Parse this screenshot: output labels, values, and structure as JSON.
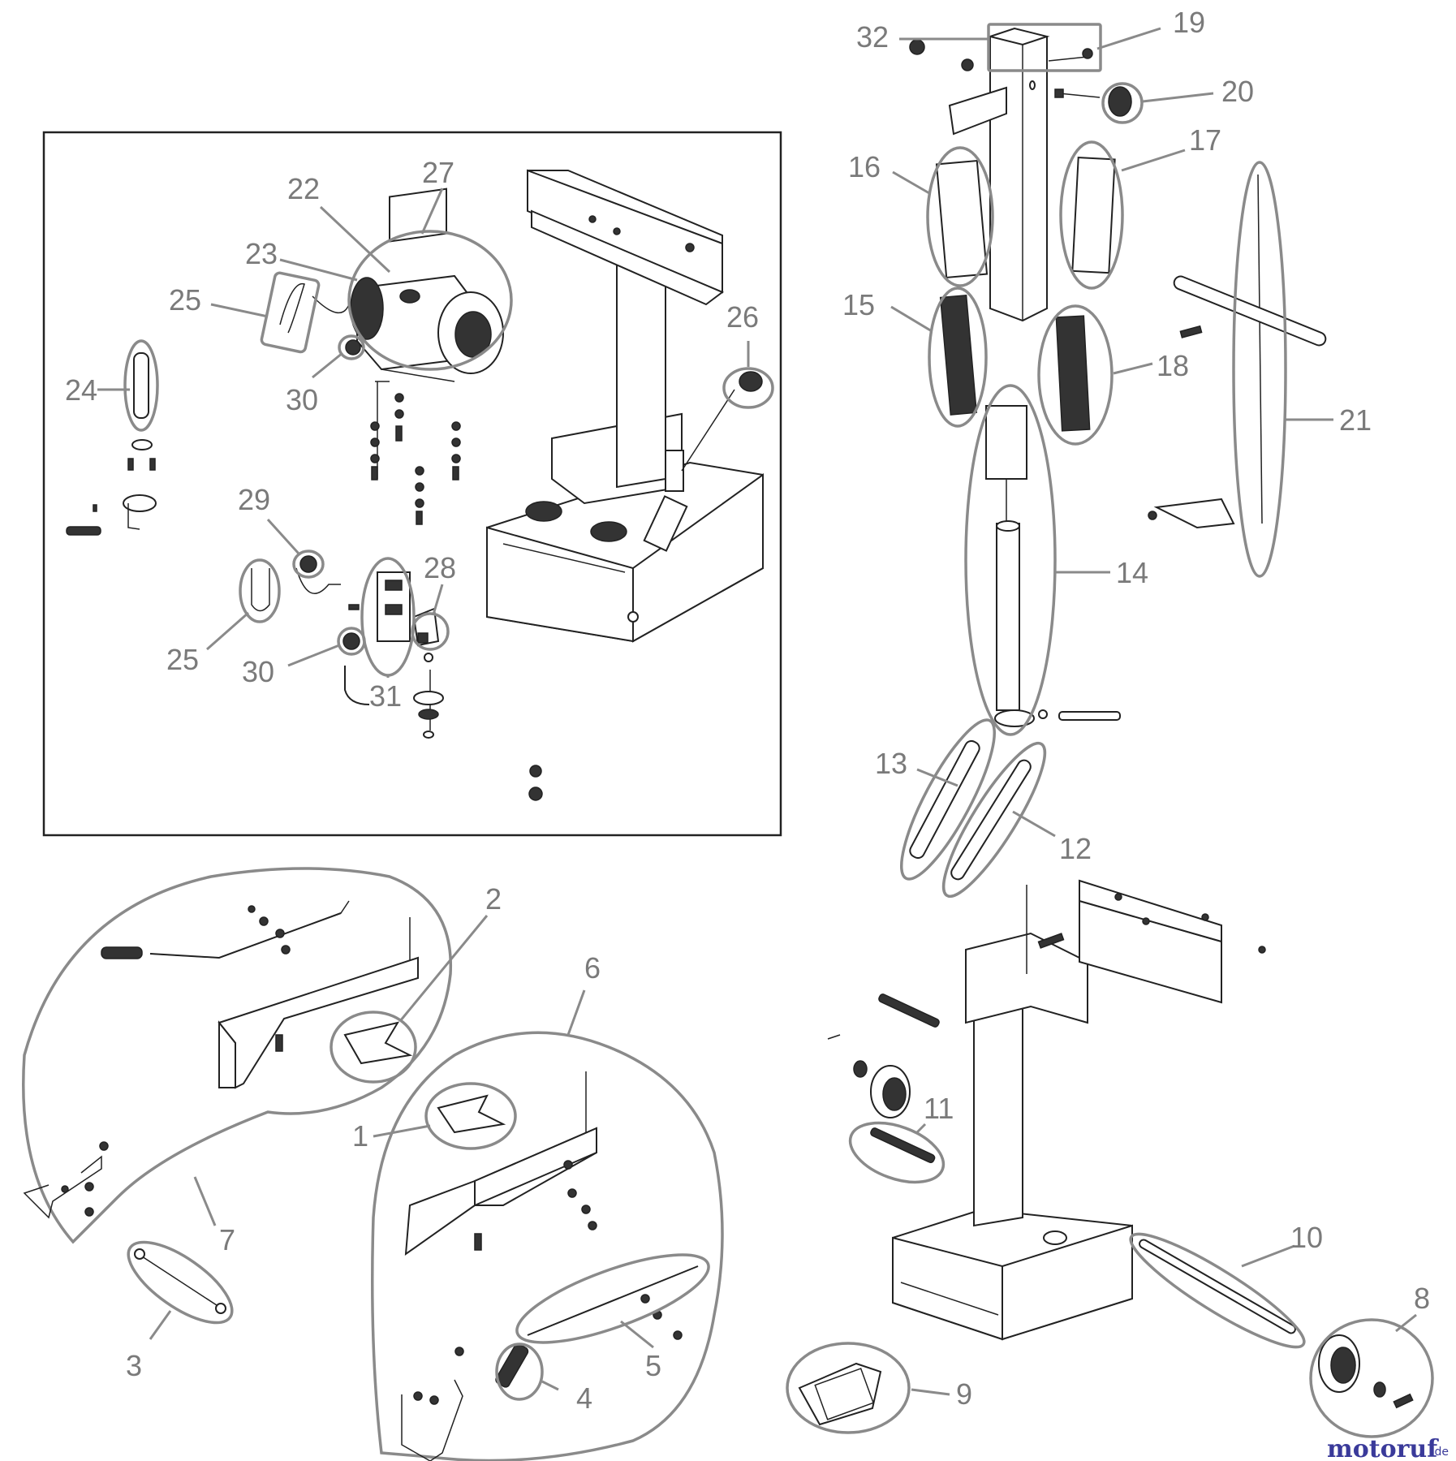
{
  "labels": {
    "1": "1",
    "2": "2",
    "3": "3",
    "4": "4",
    "5": "5",
    "6": "6",
    "7": "7",
    "8": "8",
    "9": "9",
    "10": "10",
    "11": "11",
    "12": "12",
    "13": "13",
    "14": "14",
    "15": "15",
    "16": "16",
    "17": "17",
    "18": "18",
    "19": "19",
    "20": "20",
    "21": "21",
    "22": "22",
    "23": "23",
    "24": "24",
    "25a": "25",
    "25b": "25",
    "26": "26",
    "27": "27",
    "28": "28",
    "29": "29",
    "30a": "30",
    "30b": "30",
    "31": "31",
    "32": "32"
  },
  "watermark": {
    "brand": "motoruf",
    "tld": ".de"
  },
  "colors": {
    "outline": "#8a8a8a",
    "label": "#7a7a7a",
    "line": "#222222",
    "watermark": "#3a3a9a"
  }
}
